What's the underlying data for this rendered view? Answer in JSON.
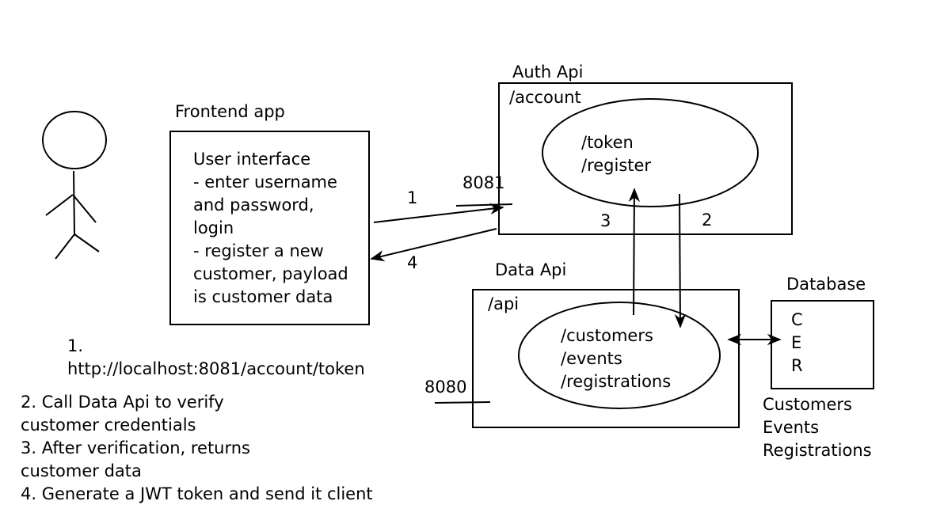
{
  "actor": {
    "icon": "stick-figure-user"
  },
  "frontend": {
    "title": "Frontend app",
    "lines": [
      "User interface",
      "- enter username",
      "and password,",
      "login",
      "- register a new",
      "customer, payload",
      "is customer data"
    ]
  },
  "auth_api": {
    "title": "Auth Api",
    "path": "/account",
    "endpoints": [
      "/token",
      "/register"
    ],
    "port": "8081"
  },
  "data_api": {
    "title": "Data Api",
    "path": "/api",
    "endpoints": [
      "/customers",
      "/events",
      "/registrations"
    ],
    "port": "8080"
  },
  "database": {
    "title": "Database",
    "letters": [
      "C",
      "E",
      "R"
    ],
    "tables": [
      "Customers",
      "Events",
      "Registrations"
    ]
  },
  "arrows": {
    "a1": "1",
    "a2": "2",
    "a3": "3",
    "a4": "4"
  },
  "notes": {
    "n1": [
      "1.",
      "http://localhost:8081/account/token"
    ],
    "rest": [
      "2. Call Data Api to verify",
      "customer credentials",
      "3. After verification, returns",
      "customer data",
      "4. Generate a JWT token and send it client"
    ]
  }
}
